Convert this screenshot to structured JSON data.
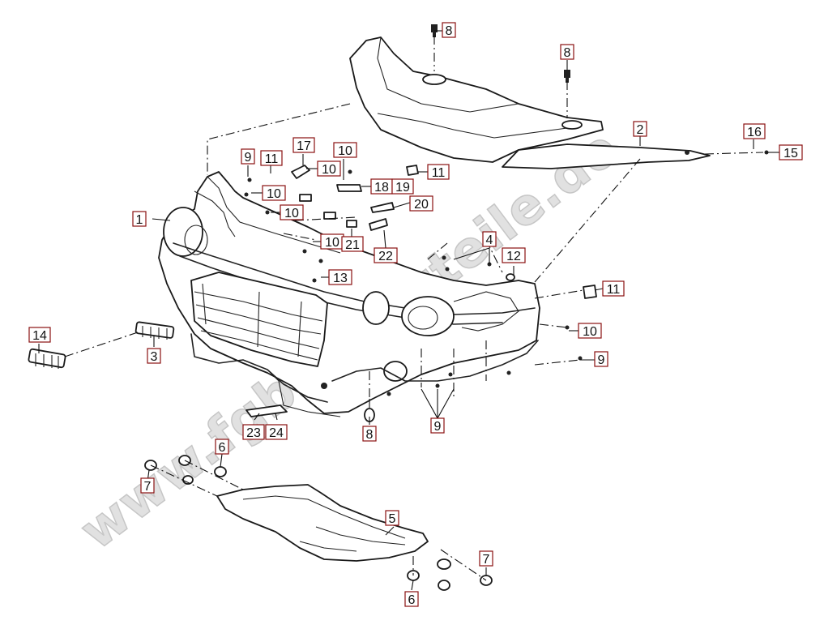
{
  "watermark": "www.fgbersatzteile.de",
  "callouts": [
    {
      "id": "c1",
      "text": "1"
    },
    {
      "id": "c2",
      "text": "2"
    },
    {
      "id": "c3",
      "text": "3"
    },
    {
      "id": "c4",
      "text": "4"
    },
    {
      "id": "c5",
      "text": "5"
    },
    {
      "id": "c6a",
      "text": "6"
    },
    {
      "id": "c6b",
      "text": "6"
    },
    {
      "id": "c7a",
      "text": "7"
    },
    {
      "id": "c7b",
      "text": "7"
    },
    {
      "id": "c8a",
      "text": "8"
    },
    {
      "id": "c8b",
      "text": "8"
    },
    {
      "id": "c8c",
      "text": "8"
    },
    {
      "id": "c9a",
      "text": "9"
    },
    {
      "id": "c9b",
      "text": "9"
    },
    {
      "id": "c9c",
      "text": "9"
    },
    {
      "id": "c10a",
      "text": "10"
    },
    {
      "id": "c10b",
      "text": "10"
    },
    {
      "id": "c10c",
      "text": "10"
    },
    {
      "id": "c10d",
      "text": "10"
    },
    {
      "id": "c10e",
      "text": "10"
    },
    {
      "id": "c10f",
      "text": "10"
    },
    {
      "id": "c11a",
      "text": "11"
    },
    {
      "id": "c11b",
      "text": "11"
    },
    {
      "id": "c11c",
      "text": "11"
    },
    {
      "id": "c12",
      "text": "12"
    },
    {
      "id": "c13",
      "text": "13"
    },
    {
      "id": "c14",
      "text": "14"
    },
    {
      "id": "c15",
      "text": "15"
    },
    {
      "id": "c16",
      "text": "16"
    },
    {
      "id": "c17",
      "text": "17"
    },
    {
      "id": "c18",
      "text": "18"
    },
    {
      "id": "c19",
      "text": "19"
    },
    {
      "id": "c20",
      "text": "20"
    },
    {
      "id": "c21",
      "text": "21"
    },
    {
      "id": "c22",
      "text": "22"
    },
    {
      "id": "c23",
      "text": "23"
    },
    {
      "id": "c24",
      "text": "24"
    }
  ]
}
